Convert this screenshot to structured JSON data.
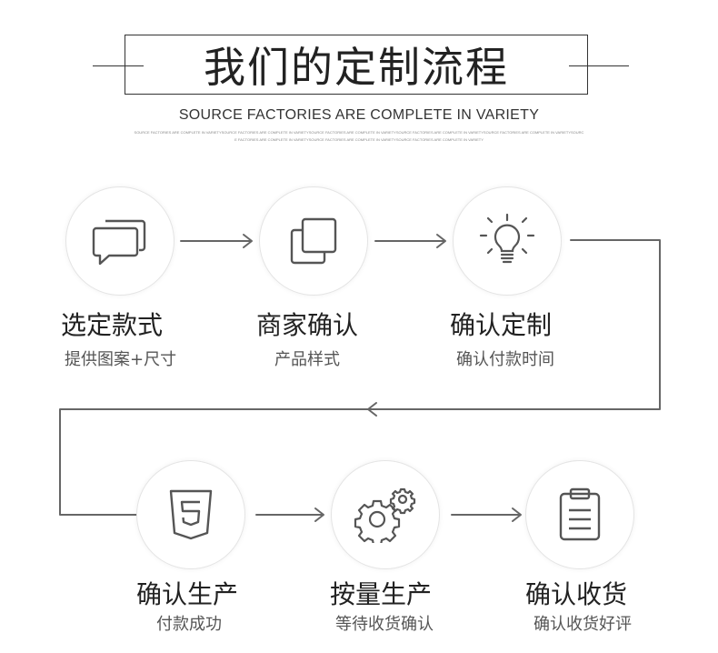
{
  "header": {
    "title": "我们的定制流程",
    "subtitle": "SOURCE FACTORIES ARE COMPLETE IN VARIETY",
    "fine_print_1": "SOURCE FACTORIES ARE COMPLETE IN VARIETYSOURCE FACTORIES ARE COMPLETE IN VARIETYSOURCE FACTORIES ARE COMPLETE IN VARIETYSOURCE FACTORIES ARE COMPLETE IN VARIETYSOURCE FACTORIES ARE COMPLETE IN VARIETYSOURC",
    "fine_print_2": "E FACTORIES ARE COMPLETE IN VARIETYSOURCE FACTORIES ARE COMPLETE IN VARIETYSOURCE FACTORIES ARE COMPLETE IN VARIETY"
  },
  "steps": [
    {
      "title": "选定款式",
      "subtitle": "提供图案+尺寸",
      "icon": "chat-bubbles-icon"
    },
    {
      "title": "商家确认",
      "subtitle": "产品样式",
      "icon": "copy-squares-icon"
    },
    {
      "title": "确认定制",
      "subtitle": "确认付款时间",
      "icon": "light-bulb-icon"
    },
    {
      "title": "确认生产",
      "subtitle": "付款成功",
      "icon": "html5-shield-icon"
    },
    {
      "title": "按量生产",
      "subtitle": "等待收货确认",
      "icon": "gears-icon"
    },
    {
      "title": "确认收货",
      "subtitle": "确认收货好评",
      "icon": "clipboard-icon"
    }
  ],
  "colors": {
    "arrow": "#666666",
    "icon": "#555555",
    "circle_border": "#e4e4e4"
  }
}
